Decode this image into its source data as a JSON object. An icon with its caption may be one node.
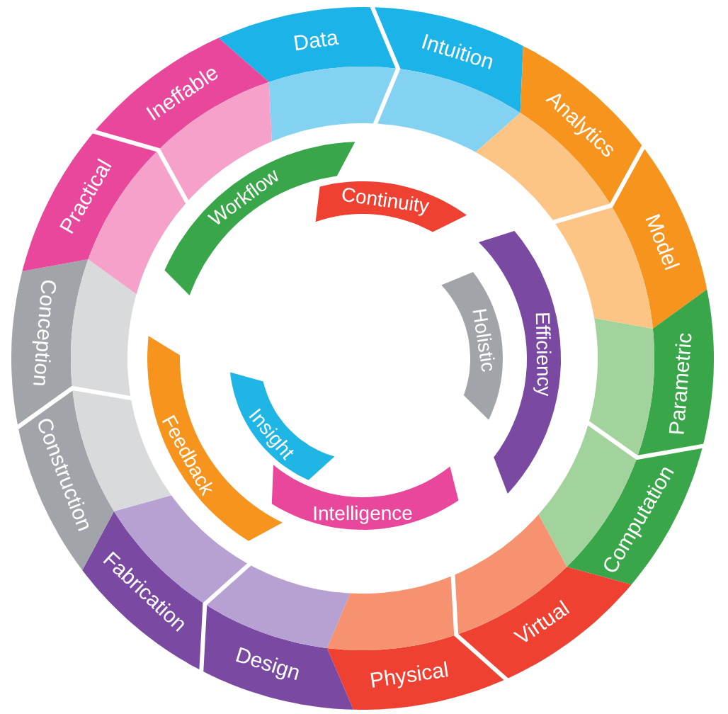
{
  "diagram": {
    "nodes": [
      {
        "text": [
          "Data"
        ]
      },
      {
        "text": [
          "Intuition"
        ]
      },
      {
        "text": [
          "Analytics"
        ]
      },
      {
        "text": [
          "Model"
        ]
      },
      {
        "text": [
          "Parametric"
        ]
      },
      {
        "text": [
          "Computation"
        ]
      },
      {
        "text": [
          "Virtual"
        ]
      },
      {
        "text": [
          "Physical"
        ]
      },
      {
        "text": [
          "Design"
        ]
      },
      {
        "text": [
          "Fabrication"
        ]
      },
      {
        "text": [
          "Construction"
        ]
      },
      {
        "text": [
          "Conception"
        ]
      },
      {
        "text": [
          "Practical"
        ]
      },
      {
        "text": [
          "Ineffable"
        ]
      },
      {
        "text": [
          "Workflow"
        ]
      },
      {
        "text": [
          "Continuity"
        ]
      },
      {
        "text": [
          "Efficiency"
        ]
      },
      {
        "text": [
          "Holistic"
        ]
      },
      {
        "text": [
          "Feedback"
        ]
      },
      {
        "text": [
          "Insight"
        ]
      },
      {
        "text": [
          "Intelligence"
        ]
      }
    ]
  }
}
